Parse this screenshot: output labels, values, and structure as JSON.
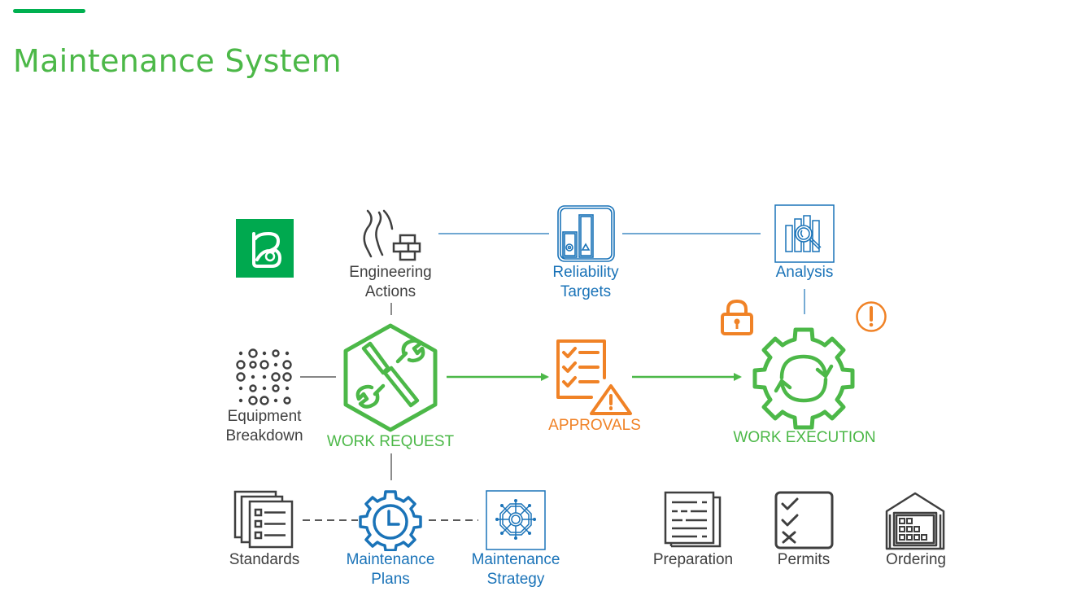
{
  "title": "Maintenance System",
  "colors": {
    "accent_bar": "#00b050",
    "title": "#4cb848",
    "green": "#4cb848",
    "orange": "#f08226",
    "blue": "#1a73b8",
    "gray": "#3f3f3f",
    "logo_bg": "#00a94f"
  },
  "nodes": {
    "logo": {
      "icon": "brand-logo-icon"
    },
    "engineering_actions": {
      "line1": "Engineering",
      "line2": "Actions",
      "icon": "fire-brick-icon"
    },
    "reliability_targets": {
      "line1": "Reliability",
      "line2": "Targets",
      "icon": "bar-targets-icon"
    },
    "analysis": {
      "label": "Analysis",
      "icon": "chart-magnifier-icon"
    },
    "equipment_breakdown": {
      "line1": "Equipment",
      "line2": "Breakdown",
      "icon": "dot-grid-icon"
    },
    "work_request": {
      "label": "WORK REQUEST",
      "icon": "wrench-screwdriver-hexagon-icon"
    },
    "approvals": {
      "label": "APPROVALS",
      "icon": "checklist-warning-icon"
    },
    "work_execution": {
      "label": "WORK EXECUTION",
      "icon": "gear-refresh-icon"
    },
    "lock": {
      "icon": "padlock-icon"
    },
    "alert": {
      "icon": "exclamation-circle-icon"
    },
    "standards": {
      "label": "Standards",
      "icon": "stacked-documents-icon"
    },
    "maintenance_plans": {
      "line1": "Maintenance",
      "line2": "Plans",
      "icon": "gear-clock-icon"
    },
    "maintenance_strategy": {
      "line1": "Maintenance",
      "line2": "Strategy",
      "icon": "ship-wheel-icon"
    },
    "preparation": {
      "label": "Preparation",
      "icon": "document-lines-icon"
    },
    "permits": {
      "label": "Permits",
      "icon": "check-check-cross-icon"
    },
    "ordering": {
      "label": "Ordering",
      "icon": "warehouse-icon"
    }
  }
}
